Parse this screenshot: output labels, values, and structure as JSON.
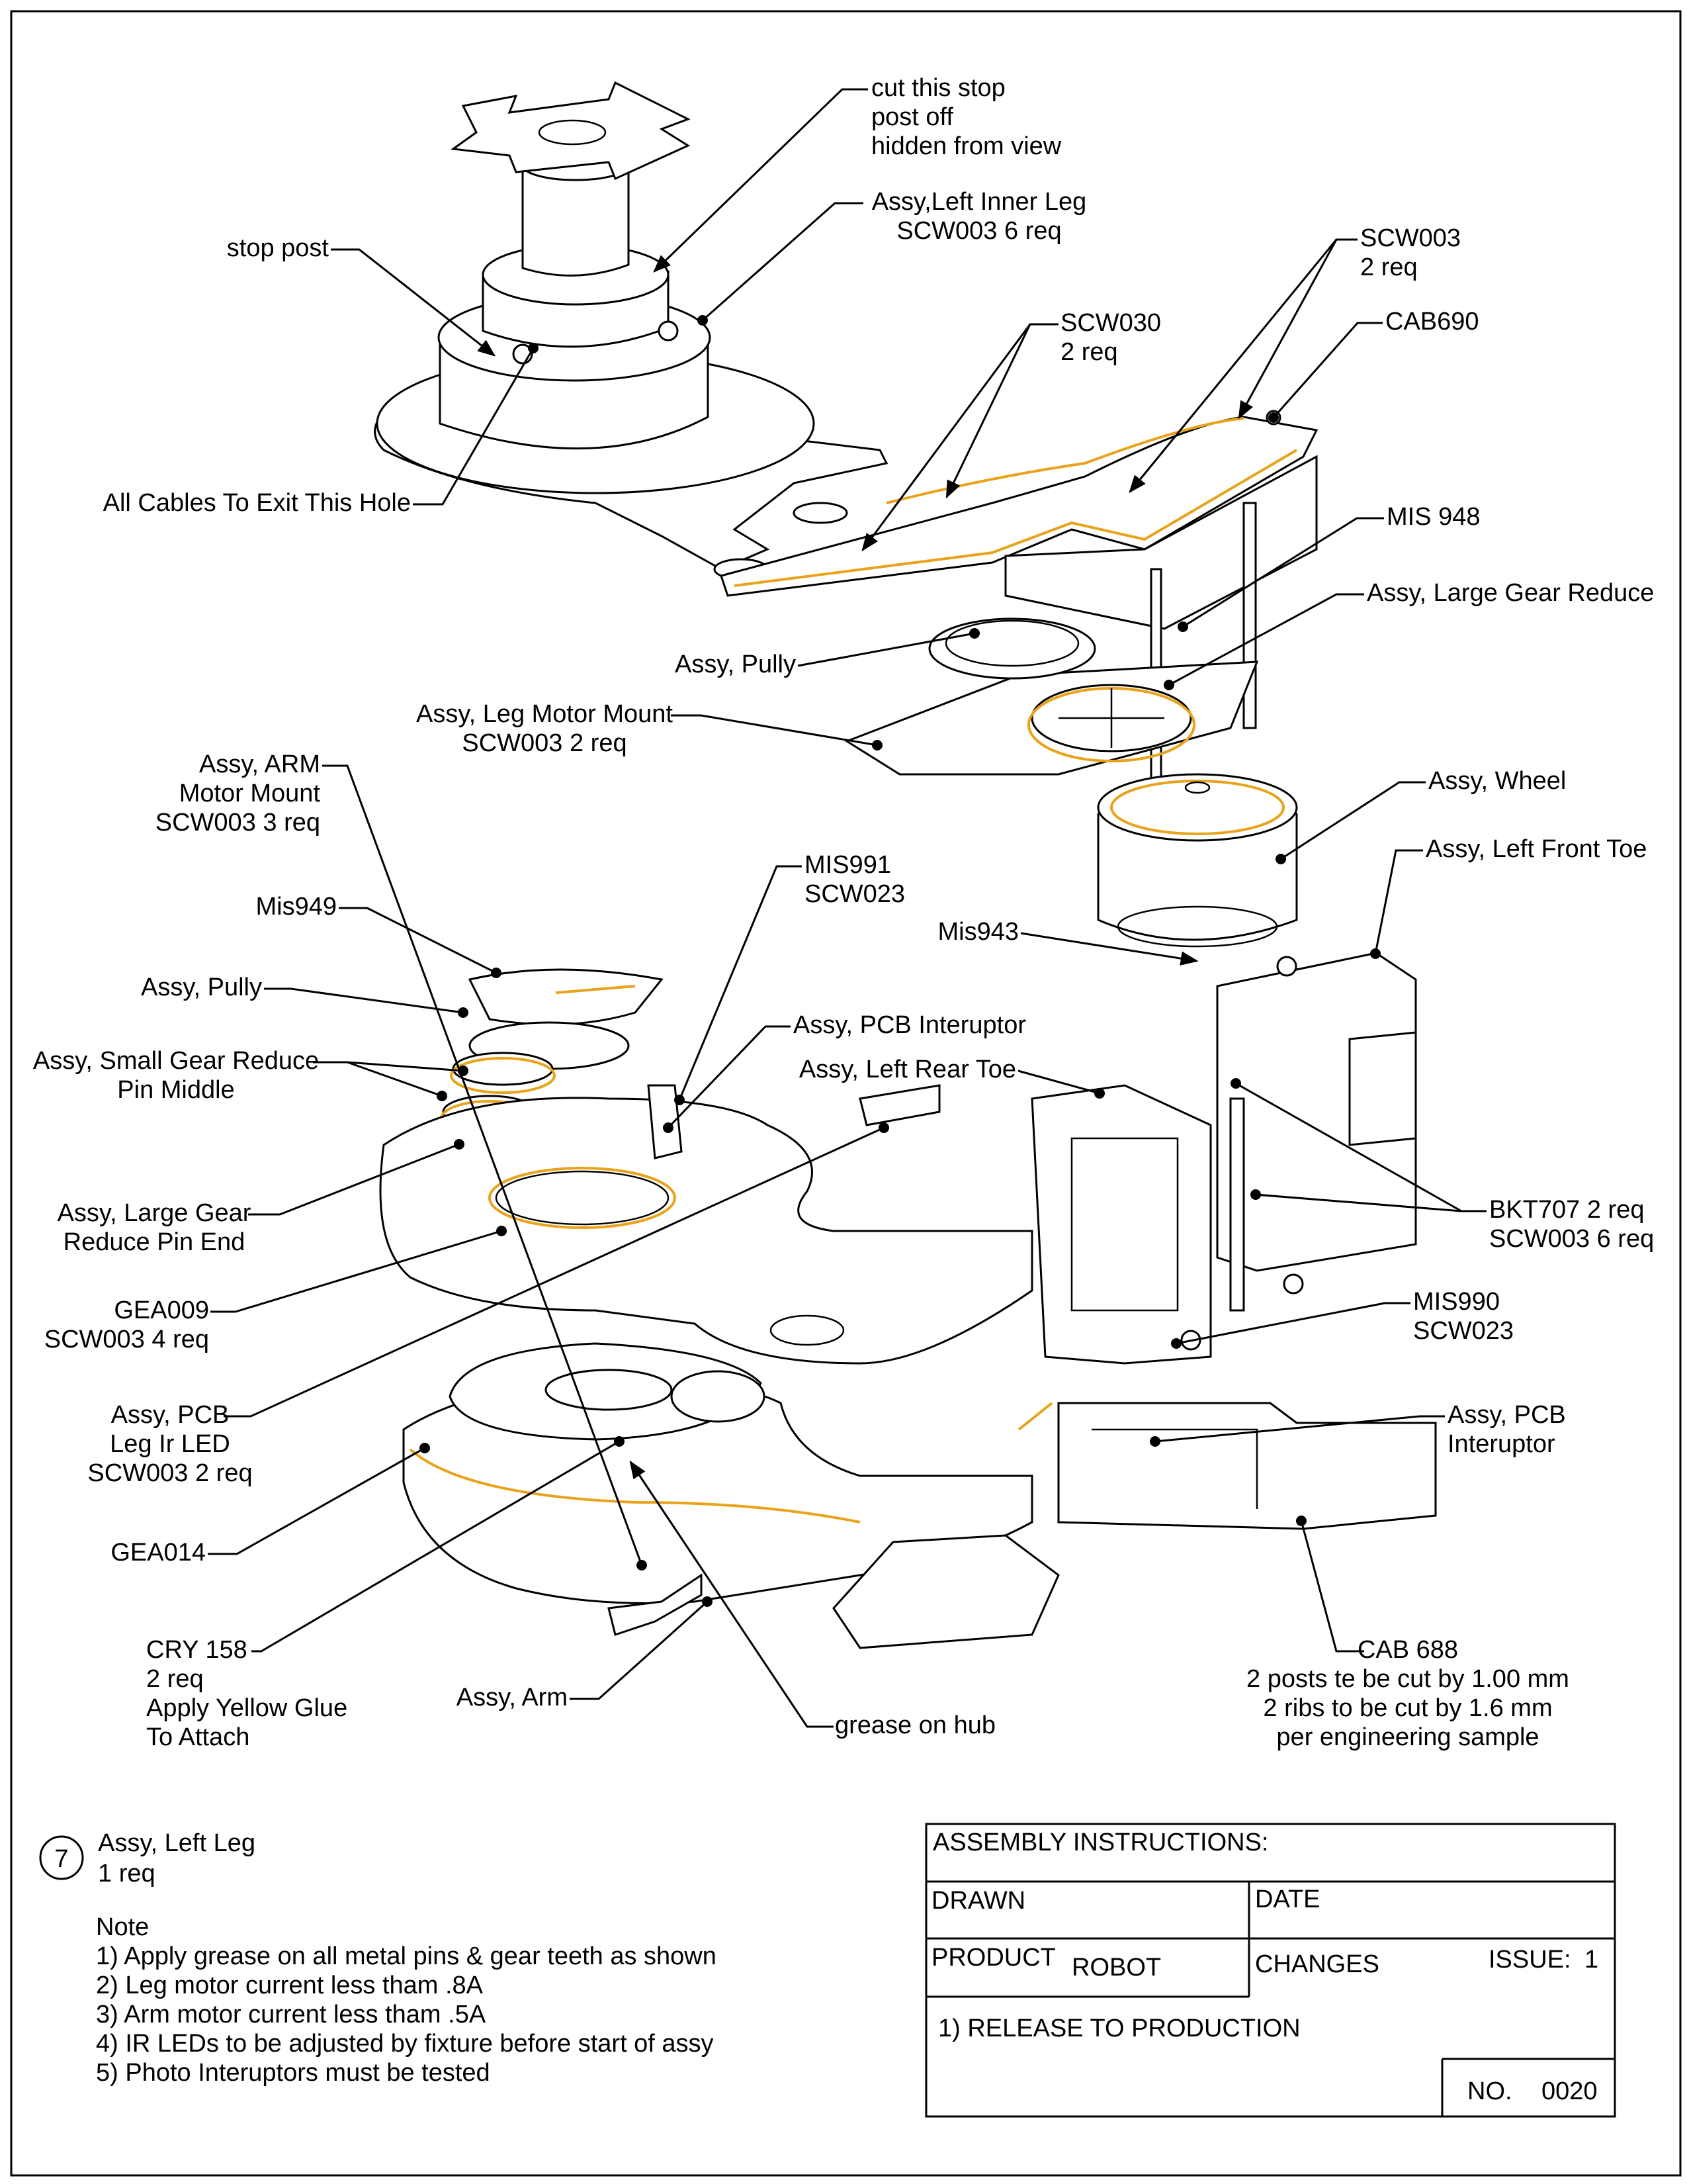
{
  "drawing": {
    "callouts": [
      {
        "lines": [
          "cut this stop",
          "post off",
          "hidden from view"
        ]
      },
      {
        "lines": [
          "Assy,Left Inner Leg",
          "SCW003 6 req"
        ]
      },
      {
        "lines": [
          "stop post"
        ]
      },
      {
        "lines": [
          "All Cables To Exit This Hole"
        ]
      },
      {
        "lines": [
          "SCW003",
          "2 req"
        ]
      },
      {
        "lines": [
          "CAB690"
        ]
      },
      {
        "lines": [
          "SCW030",
          "2 req"
        ]
      },
      {
        "lines": [
          "MIS 948"
        ]
      },
      {
        "lines": [
          "Assy, Large Gear Reduce"
        ]
      },
      {
        "lines": [
          "Assy, Pully"
        ]
      },
      {
        "lines": [
          "Assy, Leg Motor Mount",
          "SCW003 2 req"
        ]
      },
      {
        "lines": [
          "Assy, Wheel"
        ]
      },
      {
        "lines": [
          "Assy, Left Front Toe"
        ]
      },
      {
        "lines": [
          "Mis943"
        ]
      },
      {
        "lines": [
          "MIS991",
          "SCW023"
        ]
      },
      {
        "lines": [
          "Assy, PCB Interuptor"
        ]
      },
      {
        "lines": [
          "Assy, Left Rear Toe"
        ]
      },
      {
        "lines": [
          "BKT707 2 req",
          "SCW003 6 req"
        ]
      },
      {
        "lines": [
          "MIS990",
          "SCW023"
        ]
      },
      {
        "lines": [
          "Assy, PCB",
          "Interuptor"
        ]
      },
      {
        "lines": [
          "CAB 688",
          "2 posts te be cut by 1.00 mm",
          "2 ribs to be cut by 1.6 mm",
          "per engineering sample"
        ]
      },
      {
        "lines": [
          "grease on hub"
        ]
      },
      {
        "lines": [
          "Assy, Arm"
        ]
      },
      {
        "lines": [
          "CRY 158",
          "2 req",
          "Apply Yellow Glue",
          "To Attach"
        ]
      },
      {
        "lines": [
          "GEA014"
        ]
      },
      {
        "lines": [
          "Assy, PCB",
          "Leg Ir LED",
          "SCW003 2 req"
        ]
      },
      {
        "lines": [
          "GEA009",
          "SCW003 4 req"
        ]
      },
      {
        "lines": [
          "Assy, Large Gear",
          "Reduce Pin End"
        ]
      },
      {
        "lines": [
          "Assy, Small Gear Reduce",
          "Pin Middle"
        ]
      },
      {
        "lines": [
          "Assy, Pully"
        ]
      },
      {
        "lines": [
          "Mis949"
        ]
      },
      {
        "lines": [
          "Assy, ARM",
          "Motor Mount",
          "SCW003 3 req"
        ]
      }
    ],
    "highlight_color": "#e8a31a"
  },
  "item": {
    "number": "7",
    "title": "Assy, Left Leg",
    "qty": "1 req"
  },
  "notes": {
    "heading": "Note",
    "items": [
      "1) Apply grease on all metal pins & gear teeth as shown",
      "2) Leg motor current less tham .8A",
      "3) Arm motor current less tham  .5A",
      "4) IR LEDs to be adjusted by fixture before start of assy",
      "5) Photo Interuptors must be tested"
    ]
  },
  "title_block": {
    "header": "ASSEMBLY INSTRUCTIONS:",
    "drawn_label": "DRAWN",
    "date_label": "DATE",
    "product_label": "PRODUCT",
    "product_value": "ROBOT",
    "changes_label": "CHANGES",
    "issue_label": "ISSUE:",
    "issue_value": "1",
    "change_item": "1) RELEASE TO PRODUCTION",
    "no_label": "NO.",
    "no_value": "0020"
  }
}
